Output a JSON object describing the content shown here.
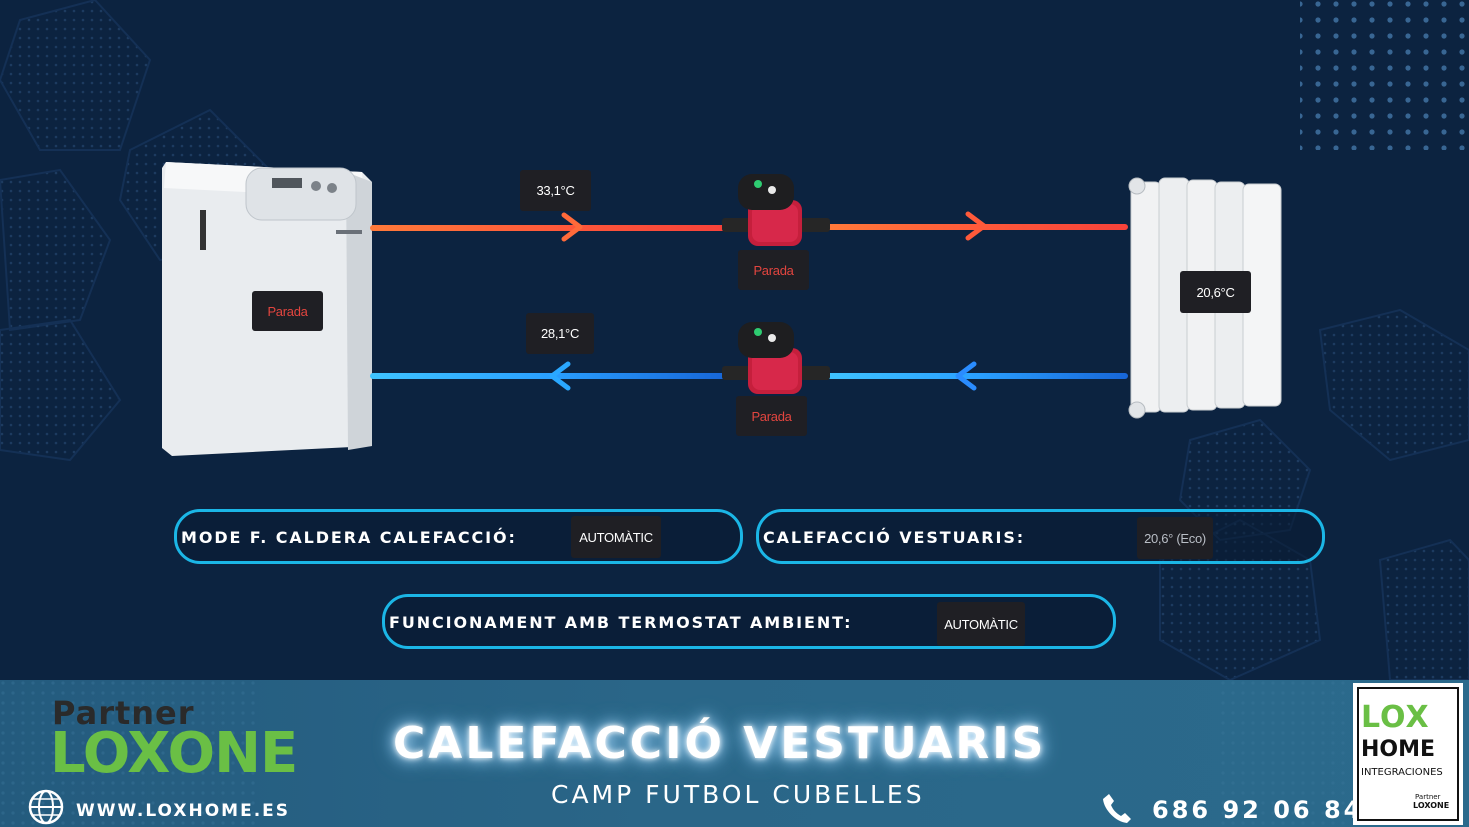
{
  "boiler": {
    "status": "Parada"
  },
  "supply": {
    "temperature": "33,1°C",
    "pump_status": "Parada"
  },
  "return": {
    "temperature": "28,1°C",
    "pump_status": "Parada"
  },
  "radiator": {
    "temperature": "20,6°C"
  },
  "controls": {
    "boiler_mode": {
      "label": "MODE F. CALDERA CALEFACCIÓ:",
      "value": "AUTOMÀTIC"
    },
    "locker_heating": {
      "label": "CALEFACCIÓ VESTUARIS:",
      "value": "20,6° (Eco)"
    },
    "thermostat": {
      "label": "FUNCIONAMENT AMB TERMOSTAT AMBIENT:",
      "value": "AUTOMÀTIC"
    }
  },
  "footer": {
    "partner_line1": "Partner",
    "partner_line2": "LOXONE",
    "website": "WWW.LOXHOME.ES",
    "title": "CALEFACCIÓ VESTUARIS",
    "subtitle": "CAMP FUTBOL CUBELLES",
    "phone": "686 92 06 84",
    "logo": {
      "line1": "LOX",
      "line2": "HOME",
      "line3": "INTEGRACIONES",
      "line4": "Partner",
      "line5": "LOXONE"
    }
  },
  "icons": [
    "globe-icon",
    "phone-icon",
    "flow-arrow-icon"
  ],
  "colors": {
    "background": "#0c2340",
    "hot_pipe": "#ff5a3a",
    "cold_pipe": "#2aa0ff",
    "capsule_border": "#1bb6e6",
    "status_red": "#e2453f",
    "loxone_green": "#6abf45"
  }
}
